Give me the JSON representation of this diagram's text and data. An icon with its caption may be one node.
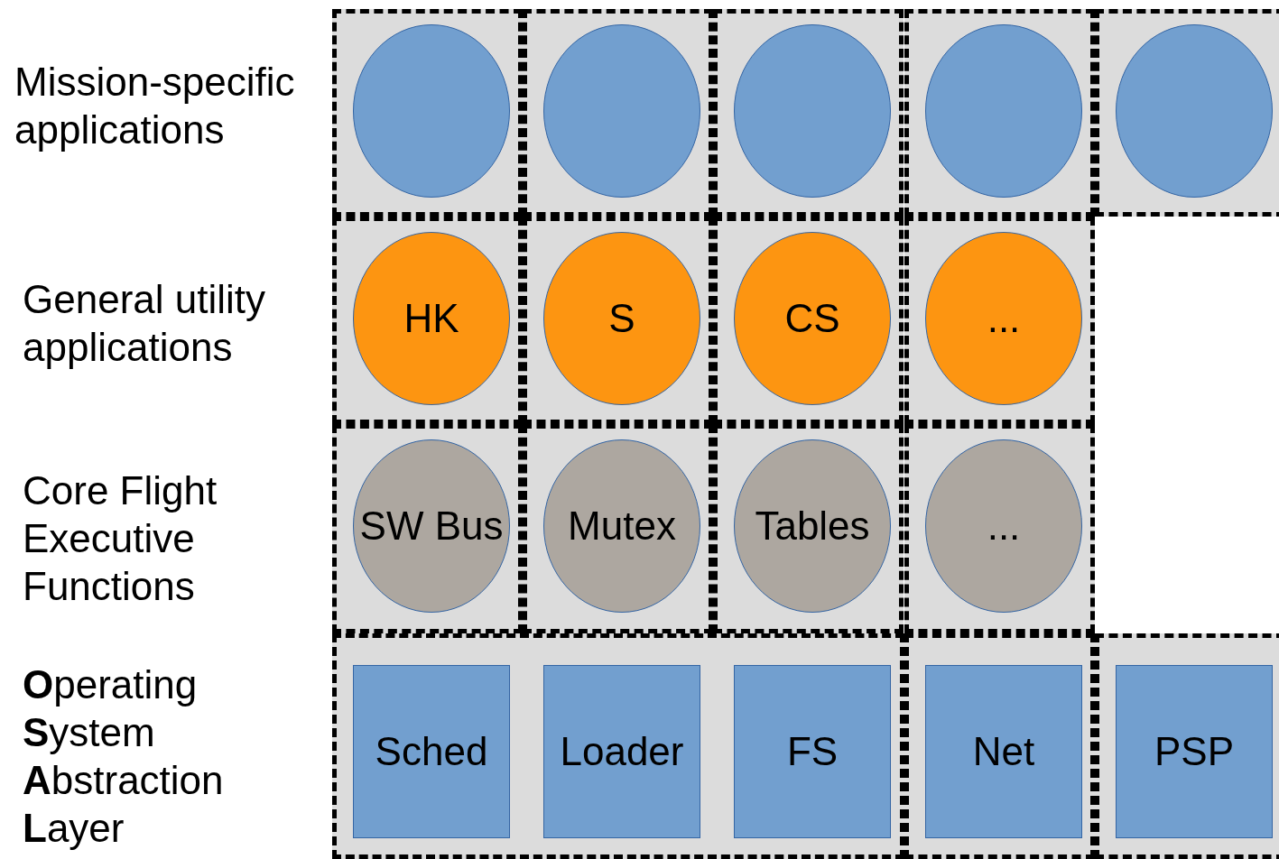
{
  "diagram": {
    "nodes": [
      {
        "text": [],
        "shape": "box"
      },
      {
        "text": [],
        "shape": "circle",
        "in": 0
      },
      {
        "text": [],
        "shape": "box"
      },
      {
        "text": [],
        "shape": "circle",
        "in": 2
      },
      {
        "text": [],
        "shape": "box"
      },
      {
        "text": [],
        "shape": "circle",
        "in": 4
      },
      {
        "text": [],
        "shape": "box"
      },
      {
        "text": [],
        "shape": "circle",
        "in": 6
      },
      {
        "text": [],
        "shape": "box"
      },
      {
        "text": [],
        "shape": "circle",
        "in": 8
      },
      {
        "text": [],
        "shape": "box"
      },
      {
        "text": [
          "HK"
        ],
        "in": 10
      },
      {
        "text": [],
        "shape": "box"
      },
      {
        "text": [
          "S"
        ],
        "in": 12
      },
      {
        "text": [],
        "shape": "box"
      },
      {
        "text": [
          "CS"
        ],
        "in": 14
      },
      {
        "text": [],
        "shape": "box"
      },
      {
        "text": [
          "..."
        ],
        "in": 16
      },
      {
        "text": [],
        "shape": "box"
      },
      {
        "text": [
          "SW Bus"
        ],
        "in": 18
      },
      {
        "text": [],
        "shape": "box"
      },
      {
        "text": [
          "Mutex"
        ],
        "in": 20
      },
      {
        "text": [],
        "shape": "box"
      },
      {
        "text": [
          "Tables"
        ],
        "in": 22
      },
      {
        "text": [],
        "shape": "box"
      },
      {
        "text": [
          "..."
        ],
        "in": 24
      },
      {
        "text": [],
        "shape": "box"
      },
      {
        "text": [
          "Sched"
        ],
        "in": 26
      },
      {
        "text": [
          "Loader"
        ],
        "in": 26
      },
      {
        "text": [
          "FS"
        ],
        "in": 26
      },
      {
        "text": [],
        "shape": "box"
      },
      {
        "text": [
          "Net"
        ],
        "in": 30
      },
      {
        "text": [],
        "shape": "box"
      },
      {
        "text": [
          "PSP"
        ],
        "in": 32
      }
    ],
    "edges": [],
    "labels": [
      "Mission-specific applications",
      "General utility applications",
      "Core Flight Executive Functions",
      "**O**perating **S**ystem **A**bstraction **L**ayer"
    ]
  }
}
